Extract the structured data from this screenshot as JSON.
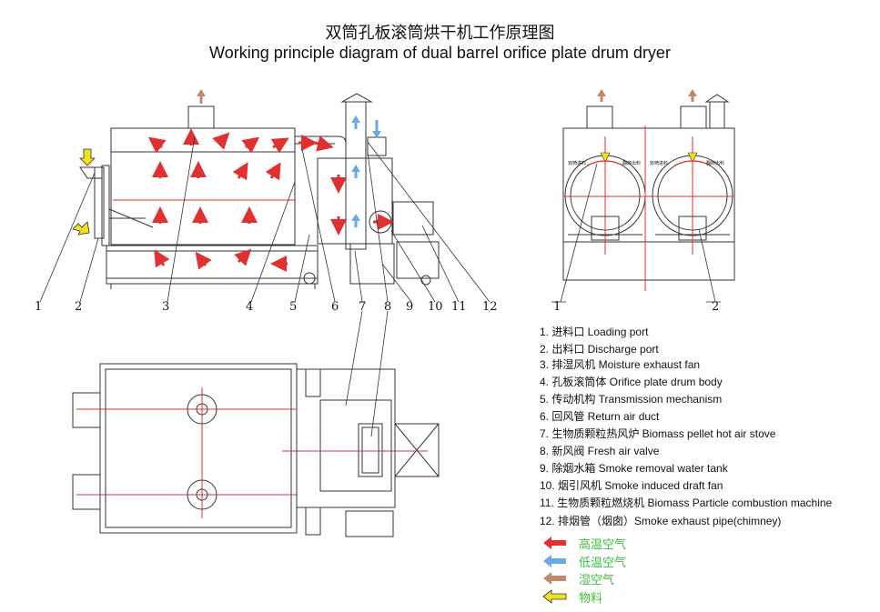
{
  "title_cn": "双筒孔板滚筒烘干机工作原理图",
  "title_en": "Working principle diagram of dual barrel orifice plate drum dryer",
  "callouts_side": [
    "1",
    "2",
    "3",
    "4",
    "5",
    "6",
    "7",
    "8",
    "9",
    "10",
    "11",
    "12"
  ],
  "callouts_end": [
    "1",
    "2"
  ],
  "end_view_labels": {
    "left_a": "双椅进料",
    "left_b": "翻转出料",
    "right_a": "双椅进料",
    "right_b": "翻转出料"
  },
  "parts": [
    "1. 进料口    Loading port",
    "2. 出料口    Discharge port",
    "3. 排湿风机  Moisture exhaust fan",
    "4. 孔板滚筒体  Orifice plate drum body",
    "5. 传动机构    Transmission mechanism",
    "6. 回风管  Return air duct",
    "7. 生物质颗粒热风炉    Biomass pellet hot air stove",
    "8. 新风阀  Fresh air valve",
    "9. 除烟水箱  Smoke removal water tank",
    "10. 烟引风机  Smoke induced draft fan",
    "11. 生物质颗粒燃烧机  Biomass Particle combustion machine",
    "12. 排烟管（烟囱）Smoke exhaust pipe(chimney)"
  ],
  "legend": [
    {
      "label": "高温空气",
      "color": "#e03030",
      "icon": "red-arrow"
    },
    {
      "label": "低温空气",
      "color": "#6aa8e6",
      "icon": "blue-arrow"
    },
    {
      "label": "湿空气",
      "color": "#c08a6a",
      "icon": "brown-arrow"
    },
    {
      "label": "物料",
      "color": "#f2e020",
      "icon": "yellow-arrow"
    }
  ]
}
